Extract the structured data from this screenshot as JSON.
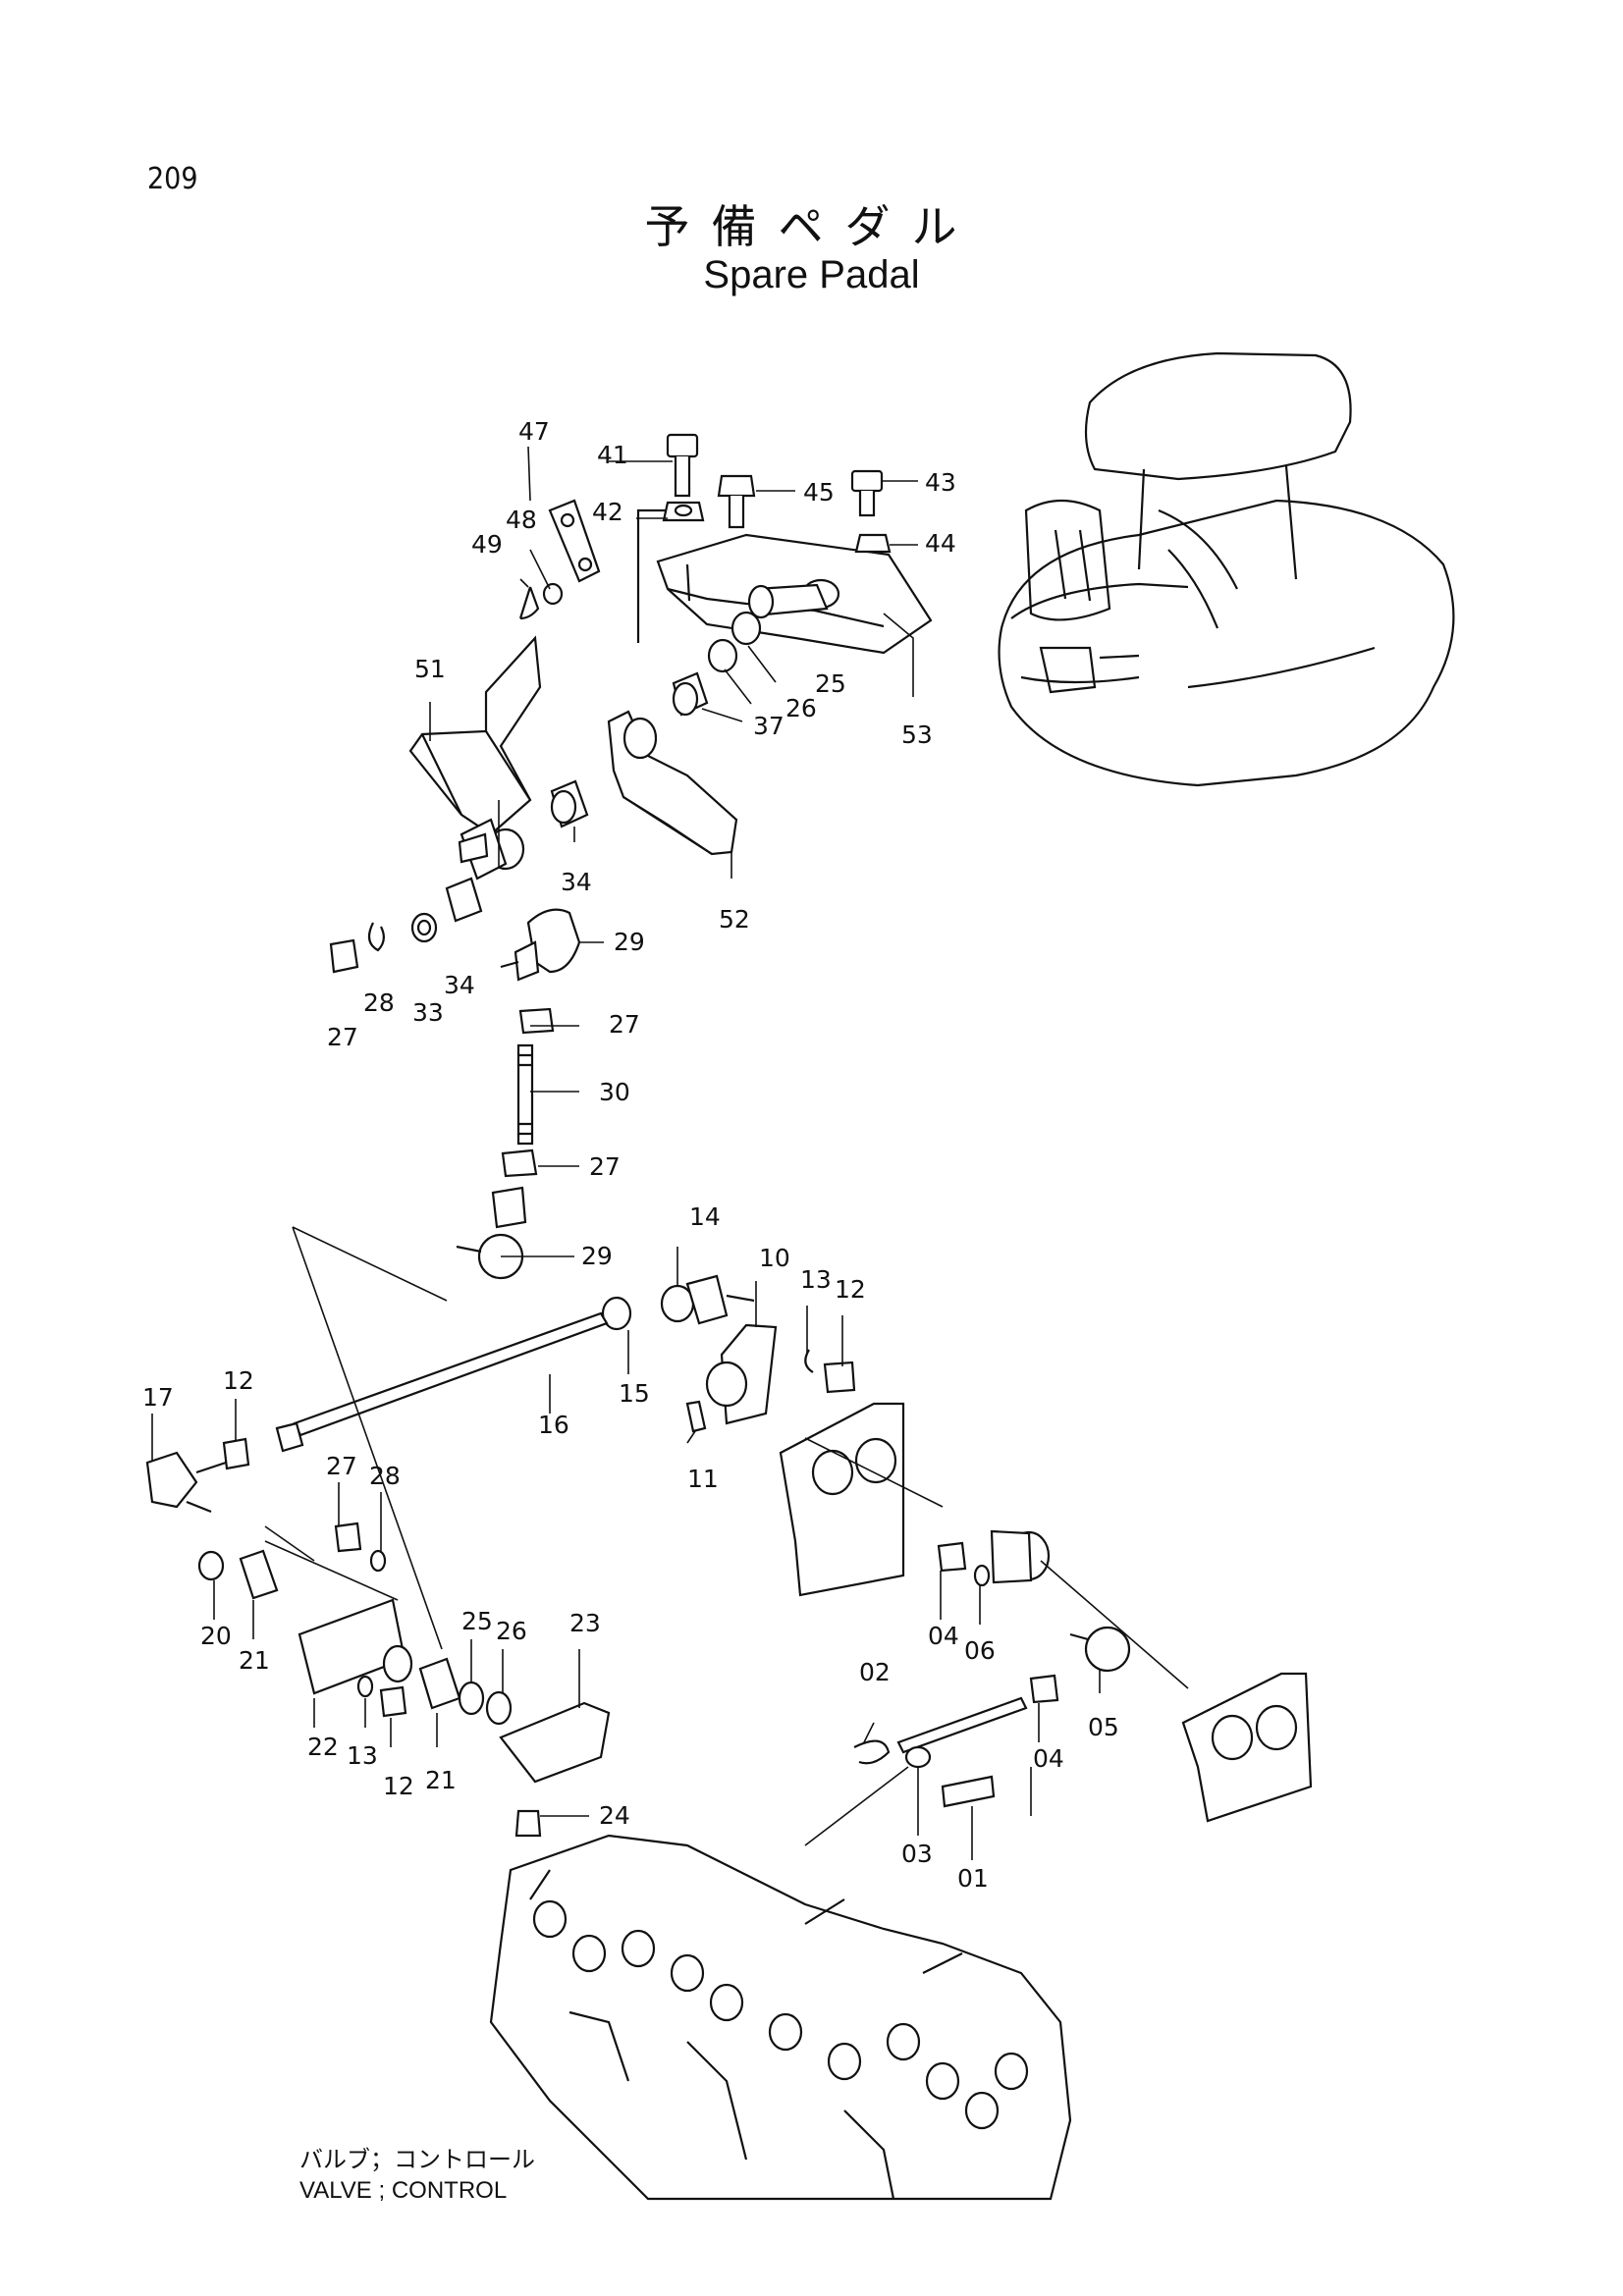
{
  "page_number": "209",
  "title_jp": "予備ペダル",
  "title_en": "Spare Padal",
  "reference_jp": "バルブ；コントロール",
  "reference_en": "VALVE ; CONTROL",
  "part_labels": [
    "47",
    "41",
    "45",
    "43",
    "42",
    "44",
    "48",
    "49",
    "25",
    "26",
    "53",
    "51",
    "37",
    "34",
    "52",
    "29",
    "27",
    "28",
    "33",
    "34",
    "27",
    "30",
    "27",
    "29",
    "14",
    "10",
    "13",
    "12",
    "17",
    "12",
    "16",
    "15",
    "11",
    "27",
    "28",
    "20",
    "21",
    "25",
    "26",
    "23",
    "22",
    "13",
    "12",
    "21",
    "04",
    "06",
    "02",
    "04",
    "05",
    "03",
    "01",
    "24"
  ]
}
